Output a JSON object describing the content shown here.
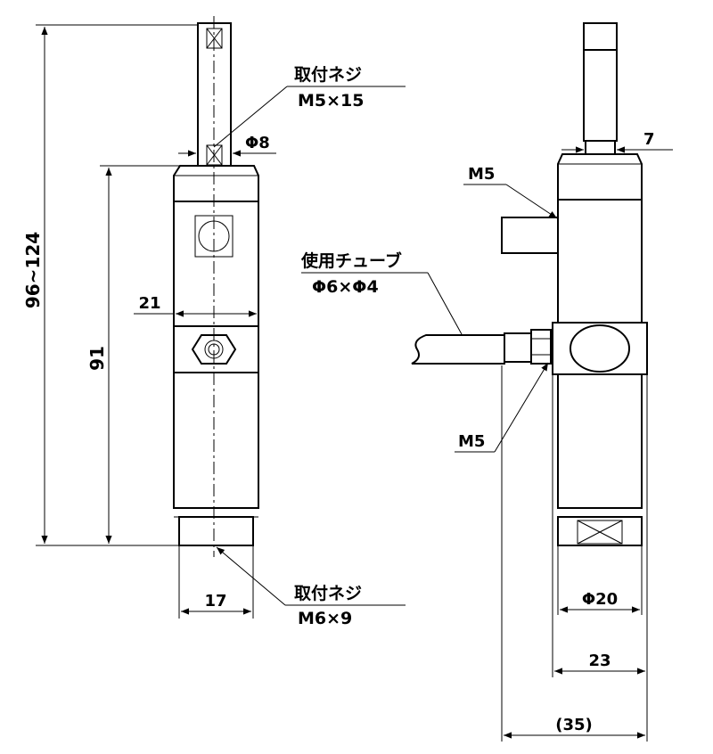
{
  "labels": {
    "mount_screw_top_title": "取付ネジ",
    "mount_screw_top_spec": "M5×15",
    "dia_top_rod": "Φ8",
    "overall_length": "96~124",
    "body_length": "91",
    "width_21": "21",
    "width_17": "17",
    "mount_screw_bottom_title": "取付ネジ",
    "mount_screw_bottom_spec": "M6×9",
    "dim_7": "7",
    "port_m5_upper": "M5",
    "tube_title": "使用チューブ",
    "tube_spec": "Φ6×Φ4",
    "port_m5_lower": "M5",
    "dia_body": "Φ20",
    "width_23": "23",
    "width_35": "(35)"
  },
  "colors": {
    "line": "#000000",
    "background": "#ffffff"
  }
}
